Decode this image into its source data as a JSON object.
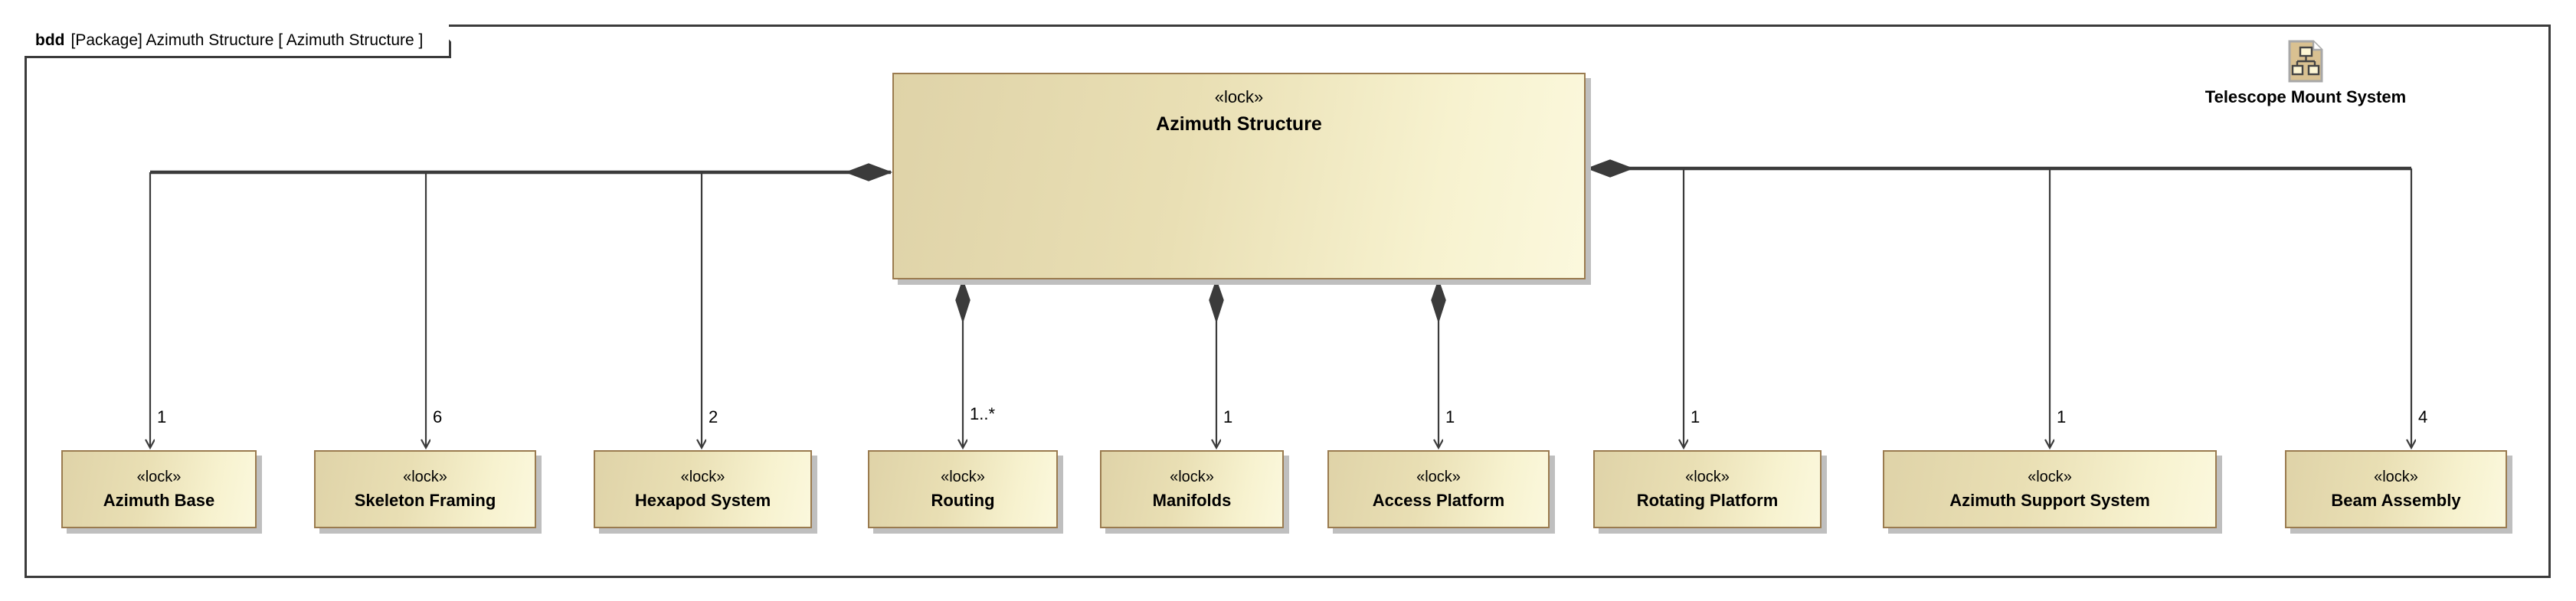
{
  "frame": {
    "kind": "bdd",
    "title": "[Package] Azimuth Structure [ Azimuth Structure ]"
  },
  "root_block": {
    "stereotype": "«lock»",
    "name": "Azimuth Structure"
  },
  "package_node": {
    "icon": "package-diagram-icon",
    "label": "Telescope Mount System"
  },
  "colors": {
    "block_fill_start": "#dfd3a8",
    "block_fill_end": "#fbf8dd",
    "block_border": "#9a7b4f",
    "shadow": "#bfbfbf",
    "line": "#3b3b3b",
    "frame_border": "#3b3b3b",
    "text": "#000000"
  },
  "parts": [
    {
      "stereotype": "«lock»",
      "name": "Azimuth Base",
      "multiplicity": "1",
      "side": "left"
    },
    {
      "stereotype": "«lock»",
      "name": "Skeleton Framing",
      "multiplicity": "6",
      "side": "left"
    },
    {
      "stereotype": "«lock»",
      "name": "Hexapod System",
      "multiplicity": "2",
      "side": "left"
    },
    {
      "stereotype": "«lock»",
      "name": "Routing",
      "multiplicity": "1..*",
      "side": "bottom"
    },
    {
      "stereotype": "«lock»",
      "name": "Manifolds",
      "multiplicity": "1",
      "side": "bottom"
    },
    {
      "stereotype": "«lock»",
      "name": "Access Platform",
      "multiplicity": "1",
      "side": "bottom"
    },
    {
      "stereotype": "«lock»",
      "name": "Rotating Platform",
      "multiplicity": "1",
      "side": "right"
    },
    {
      "stereotype": "«lock»",
      "name": "Azimuth Support System",
      "multiplicity": "1",
      "side": "right"
    },
    {
      "stereotype": "«lock»",
      "name": "Beam Assembly",
      "multiplicity": "4",
      "side": "right"
    }
  ]
}
